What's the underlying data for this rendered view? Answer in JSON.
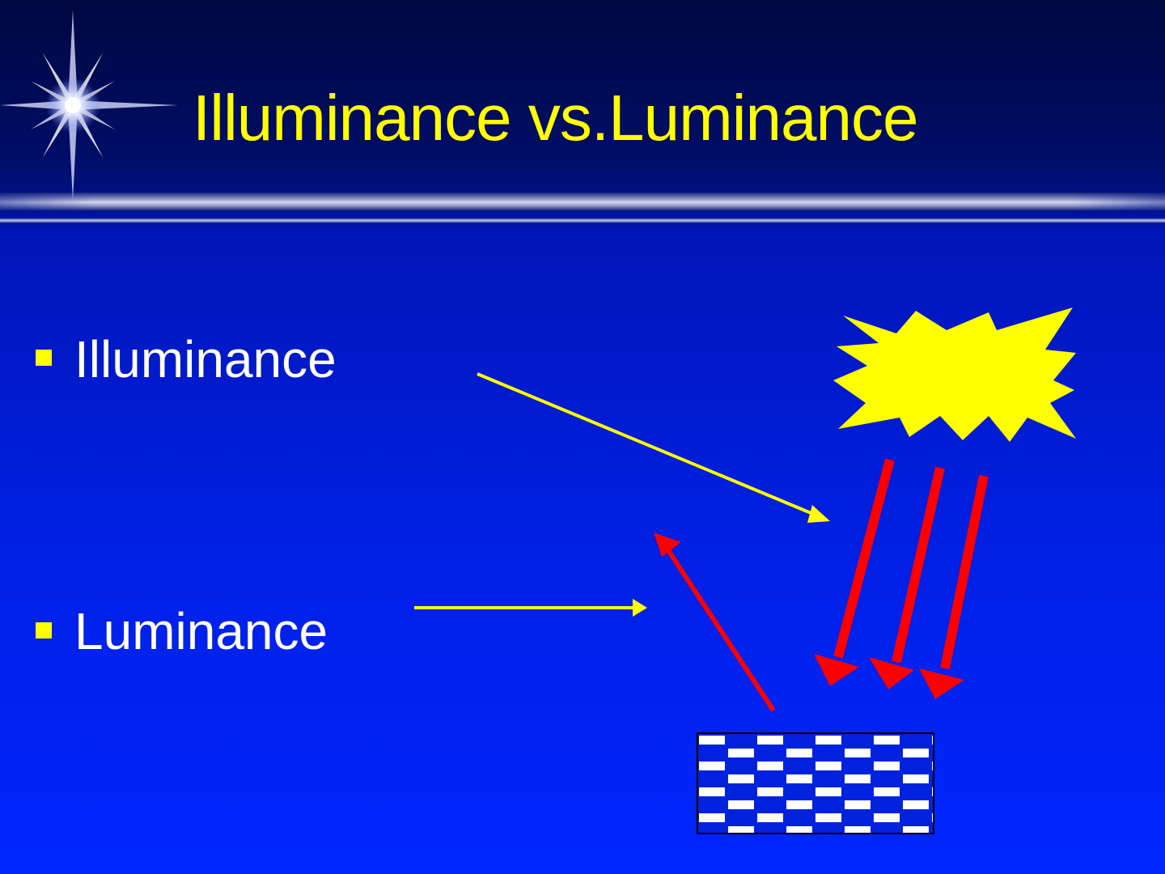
{
  "slide": {
    "title": "Illuminance vs.Luminance",
    "bullets": [
      {
        "label": "Illuminance"
      },
      {
        "label": "Luminance"
      }
    ]
  },
  "diagram": {
    "elements": [
      "light-source-burst-icon",
      "incident-light-arrows",
      "reflected-light-arrow",
      "surface-pattern",
      "pointer-arrows"
    ],
    "colors": {
      "title": "#ffff00",
      "bullet": "#ffff00",
      "bullet_text": "#ffffff",
      "light_source": "#ffff00",
      "light_rays": "#ff0000",
      "pointer_arrows": "#ffff00",
      "surface_light": "#ffffff",
      "surface_dark": "#0022dd"
    },
    "icons": {
      "corner_decoration": "starburst-sparkle-icon",
      "light_source": "explosion-burst-icon"
    }
  }
}
